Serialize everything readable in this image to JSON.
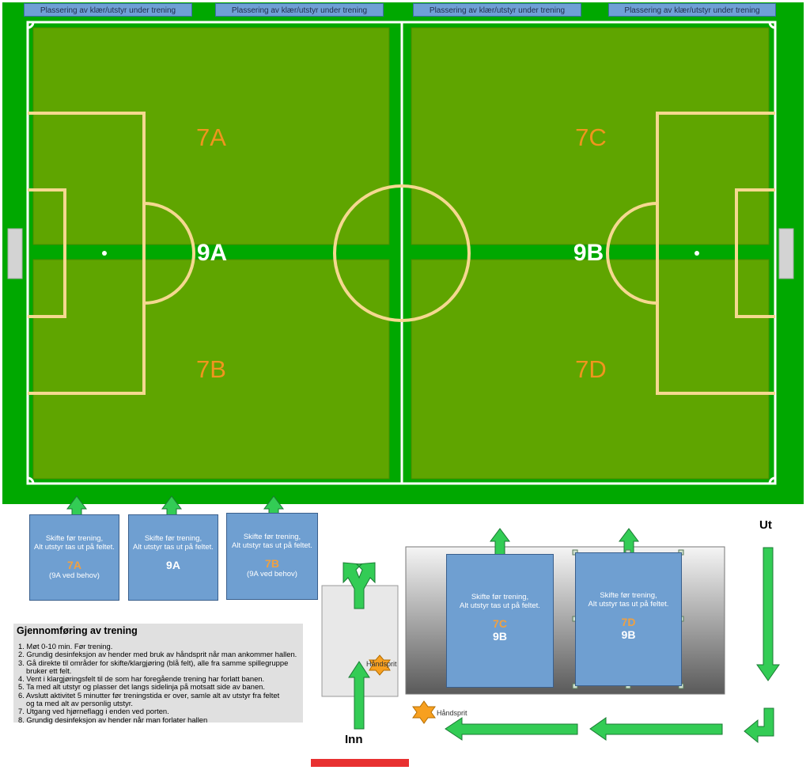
{
  "top_buttons": [
    {
      "label": "Plassering av klær/utstyr under trening"
    },
    {
      "label": "Plassering av klær/utstyr under trening"
    },
    {
      "label": "Plassering av klær/utstyr under trening"
    },
    {
      "label": "Plassering av klær/utstyr under trening"
    }
  ],
  "field": {
    "zones": {
      "z7a": "7A",
      "z7b": "7B",
      "z7c": "7C",
      "z7d": "7D",
      "z9a": "9A",
      "z9b": "9B"
    }
  },
  "boxes": [
    {
      "line1": "Skifte før trening,",
      "line2": "Alt utstyr tas ut på feltet.",
      "zone": "7A",
      "zone2": "",
      "note": "(9A ved behov)"
    },
    {
      "line1": "Skifte før trening,",
      "line2": "Alt utstyr tas ut på feltet.",
      "zone": "",
      "zone2": "9A",
      "note": ""
    },
    {
      "line1": "Skifte før trening,",
      "line2": "Alt utstyr tas ut på feltet.",
      "zone": "7B",
      "zone2": "",
      "note": "(9A ved behov)"
    },
    {
      "line1": "Skifte før trening,",
      "line2": "Alt utstyr tas ut på feltet.",
      "zone": "7C",
      "zone2": "9B",
      "note": ""
    },
    {
      "line1": "Skifte før trening,",
      "line2": "Alt utstyr tas ut på feltet.",
      "zone": "7D",
      "zone2": "9B",
      "note": ""
    }
  ],
  "labels": {
    "ut": "Ut",
    "inn": "Inn",
    "handsprit1": "Håndsprit",
    "handsprit2": "Håndsprit"
  },
  "instructions": {
    "title": "Gjennomføring av trening",
    "items": [
      "1. Møt 0-10 min. Før trening.",
      "2. Grundig desinfeksjon av hender med bruk av håndsprit når man ankommer hallen.",
      "3. Gå direkte til områder for skifte/klargjøring (blå felt), alle fra samme spillegruppe",
      "    bruker ett felt.",
      "4. Vent i klargjøringsfelt til de som har foregående trening har forlatt banen.",
      "5. Ta med alt utstyr og plasser det langs sidelinja på motsatt side av banen.",
      "6. Avslutt aktivitet 5 minutter før treningstida er over, samle alt av utstyr fra feltet",
      "    og ta med alt av personlig utstyr.",
      "7. Utgang ved hjørneflagg i enden ved porten.",
      "8. Grundig desinfeksjon av hender når man forlater hallen"
    ]
  },
  "colors": {
    "grass": "#00a800",
    "inner": "#5fa500",
    "line_yellow": "#f5d890",
    "box_blue": "#6f9fd1",
    "zone_orange": "#f0951e",
    "arrow_green": "#33cc55",
    "entrance_red": "#e83030"
  }
}
